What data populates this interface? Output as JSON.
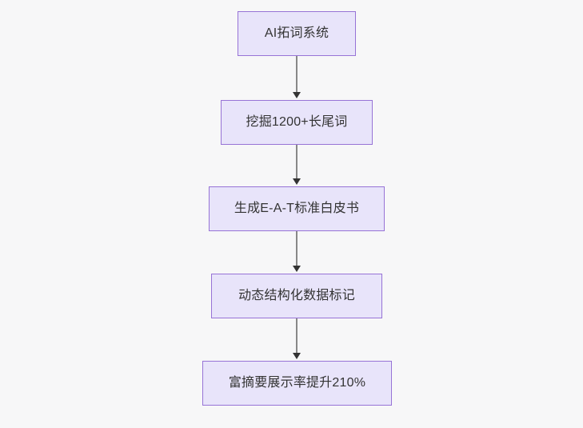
{
  "diagram": {
    "type": "flowchart",
    "orientation": "top-to-bottom",
    "background_color": "#f7f7f8",
    "node_fill_color": "#e8e4fa",
    "node_border_color": "#9773d6",
    "node_text_color": "#333333",
    "edge_color": "#888888",
    "arrowhead_color": "#333333",
    "nodes": [
      {
        "id": "n1",
        "label": "AI拓词系统"
      },
      {
        "id": "n2",
        "label": "挖掘1200+长尾词"
      },
      {
        "id": "n3",
        "label": "生成E-A-T标准白皮书"
      },
      {
        "id": "n4",
        "label": "动态结构化数据标记"
      },
      {
        "id": "n5",
        "label": "富摘要展示率提升210%"
      }
    ],
    "edges": [
      {
        "from": "n1",
        "to": "n2"
      },
      {
        "from": "n2",
        "to": "n3"
      },
      {
        "from": "n3",
        "to": "n4"
      },
      {
        "from": "n4",
        "to": "n5"
      }
    ]
  }
}
